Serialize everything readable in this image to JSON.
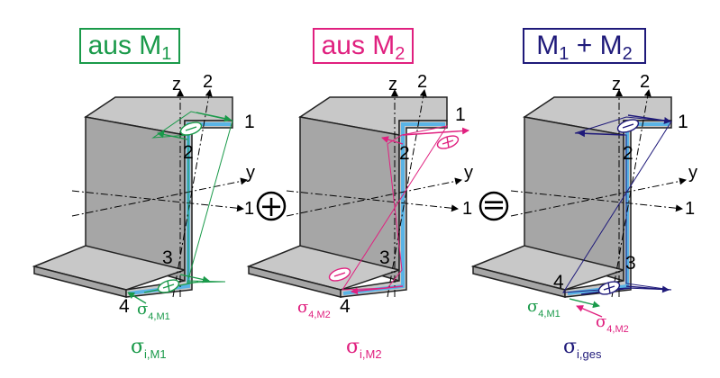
{
  "titles": {
    "m1": {
      "text": "aus M",
      "sub": "1"
    },
    "m2": {
      "text": "aus M",
      "sub": "2"
    },
    "sum": {
      "a": "M",
      "a_sub": "1",
      "plus": " + ",
      "b": "M",
      "b_sub": "2"
    }
  },
  "operators": {
    "plus": "+",
    "equals": "="
  },
  "axis_labels": {
    "z": "z",
    "two": "2",
    "y": "y",
    "one": "1"
  },
  "point_labels": {
    "p1": "1",
    "p2": "2",
    "p3": "3",
    "p4": "4"
  },
  "panel1": {
    "stress_label": {
      "main": "σ",
      "sub": "4,M1"
    },
    "caption": {
      "main": "σ",
      "sub": "i,M1"
    }
  },
  "panel2": {
    "stress_label": {
      "main": "σ",
      "sub": "4,M2"
    },
    "caption": {
      "main": "σ",
      "sub": "i,M2"
    }
  },
  "panel3": {
    "stress_label_a": {
      "main": "σ",
      "sub": "4,M1"
    },
    "stress_label_b": {
      "main": "σ",
      "sub": "4,M2"
    },
    "caption": {
      "main": "σ",
      "sub": "i,ges"
    }
  },
  "colors": {
    "green": "#1a9a4a",
    "pink": "#e0207f",
    "navy": "#1f1a7a",
    "web_face": "#a6a6a6",
    "flange_top": "#c8c8c8",
    "centerline": "#5ab4e6"
  }
}
